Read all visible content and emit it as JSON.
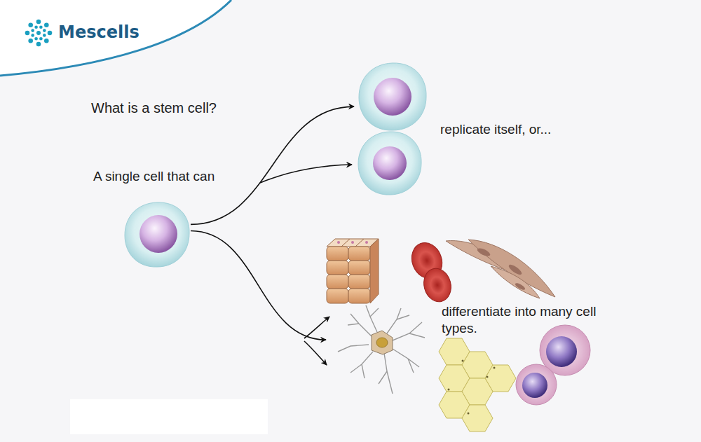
{
  "diagram": {
    "title": "What is a stem cell?",
    "nodes": [
      {
        "text": [
          "A single cell that can"
        ]
      },
      {
        "text": [
          "replicate itself, or..."
        ]
      },
      {
        "text": [
          "differentiate into many cell types."
        ]
      }
    ],
    "edges": [
      {
        "from": 0,
        "to": 1,
        "arrow": "to"
      },
      {
        "from": 0,
        "to": 2,
        "arrow": "to"
      }
    ],
    "labels": [
      "Mescells"
    ]
  }
}
